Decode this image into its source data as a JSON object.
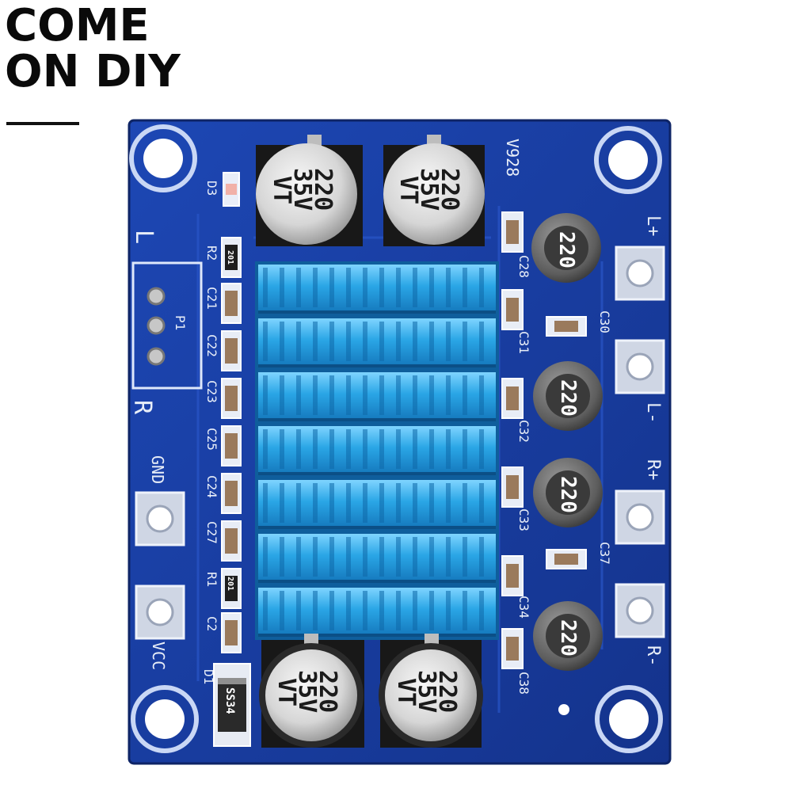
{
  "brand": {
    "line1": "COME",
    "line2": "ON DIY"
  },
  "board": {
    "model_label": "V928",
    "pcb_color": "#1a3fa6",
    "heatsink_color": "#2aa6e6",
    "electrolytic_caps": [
      {
        "value": "220",
        "voltage": "35V",
        "series": "VT"
      },
      {
        "value": "220",
        "voltage": "35V",
        "series": "VT"
      },
      {
        "value": "220",
        "voltage": "35V",
        "series": "VT"
      },
      {
        "value": "220",
        "voltage": "35V",
        "series": "VT"
      }
    ],
    "inductors": [
      "220",
      "220",
      "220",
      "220"
    ],
    "left_labels": [
      "D3",
      "R2",
      "C21",
      "C22",
      "C23",
      "C25",
      "C24",
      "C27",
      "R1",
      "C2",
      "D1"
    ],
    "right_labels": [
      "C28",
      "C30",
      "C31",
      "C32",
      "C33",
      "C37",
      "C34",
      "C38"
    ],
    "resistor_marks": [
      "201",
      "201"
    ],
    "header_label": "P1",
    "terminals_left": [
      "GND",
      "VCC"
    ],
    "terminals_right": [
      "L+",
      "L-",
      "R+",
      "R-"
    ],
    "edge_labels": [
      "L",
      "R"
    ],
    "diode_marking": "SS34"
  }
}
